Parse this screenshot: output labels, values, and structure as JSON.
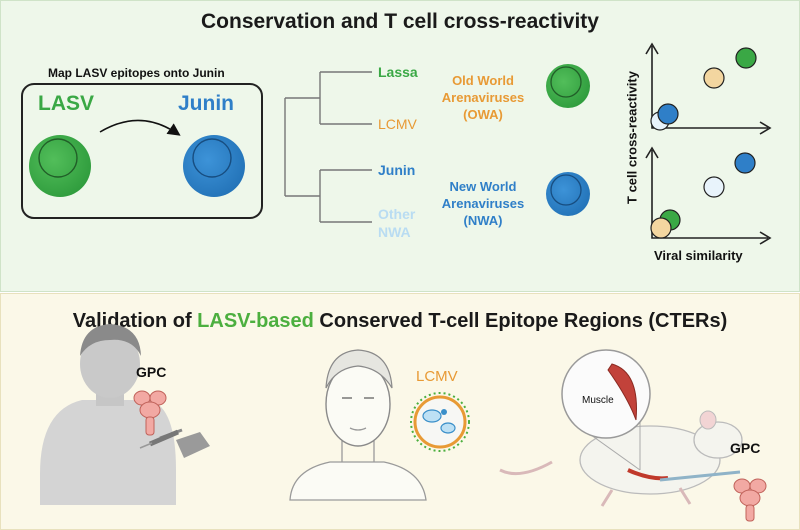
{
  "titles": {
    "top": "Conservation and T cell cross-reactivity",
    "bottom_prefix": "Validation of ",
    "bottom_highlight": "LASV-based",
    "bottom_suffix": " Conserved T-cell Epitope Regions (CTERs)"
  },
  "mapping": {
    "caption": "Map LASV epitopes onto Junin",
    "source": "LASV",
    "target": "Junin"
  },
  "tree": {
    "leaves": [
      "Lassa",
      "LCMV",
      "Junin",
      "Other",
      "NWA"
    ],
    "owa_lines": [
      "Old World",
      "Arenaviruses",
      "(OWA)"
    ],
    "nwa_lines": [
      "New World",
      "Arenaviruses",
      "(NWA)"
    ]
  },
  "plot": {
    "ylabel": "T cell cross-reactivity",
    "xlabel": "Viral similarity"
  },
  "validation": {
    "human_antigen": "GPC",
    "virus": "LCMV",
    "tissue": "Muscle",
    "mouse_antigen": "GPC"
  },
  "colors": {
    "lasv_green": "#3aa845",
    "junin_blue": "#2f7fc8",
    "lcmv_orange": "#e89a35",
    "other_light": "#b9dcf2",
    "owa_tan": "#f3d6a0"
  }
}
